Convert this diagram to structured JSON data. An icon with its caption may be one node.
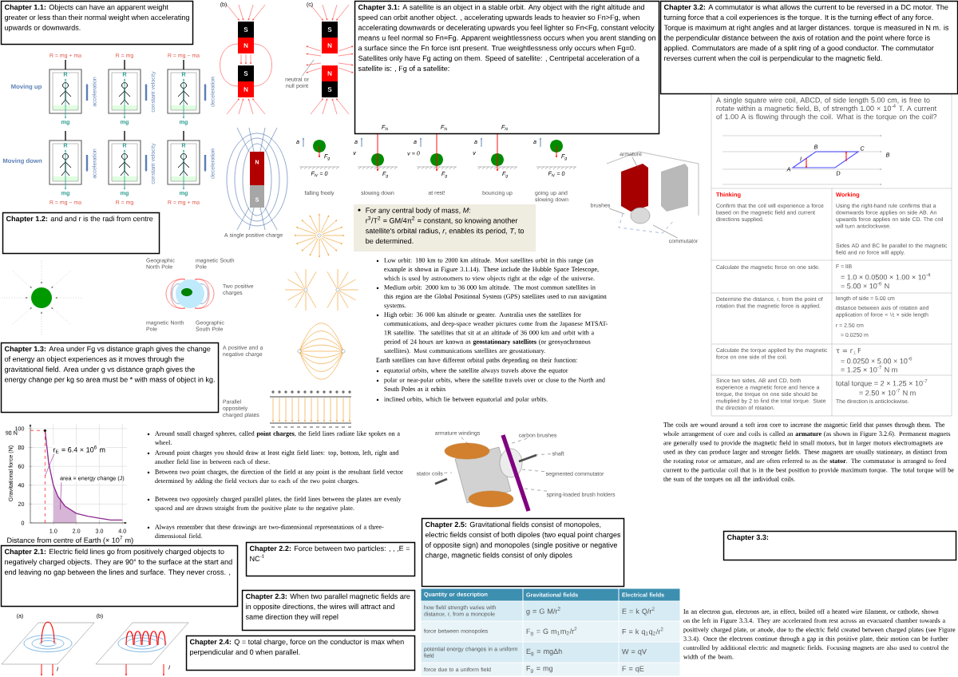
{
  "diagram": {
    "nodes": [
      {
        "text": [
          "**Chapter 1.1:** Objects can have an apparent weight greater or less than their normal weight when accelerating upwards or downwards."
        ]
      },
      {
        "text": [
          "**Chapter 1.2:** and and r is the radi from centre"
        ]
      },
      {
        "text": [
          "**Chapter 1.3:** Area under Fg vs distance graph gives the change of energy an object experiences as it moves through the gravitational field. Area under g vs distance graph gives the energy change per kg so area must be * with mass of object in kg."
        ]
      },
      {
        "text": [
          "**Chapter 2.1:** Electric field lines go from positively charged objects to negatively charged objects. They are 90° to the surface at the start and end leaving no gap between the lines and surface. They never cross. ,"
        ]
      },
      {
        "text": [
          "**Chapter 2.2:** Force between two particles: , , ,E = NC$^{-1}$"
        ]
      },
      {
        "text": [
          "**Chapter 2.3:** When two parallel magnetic fields are in opposite directions, the wires will attract and same direction they will repel"
        ]
      },
      {
        "text": [
          "**Chapter 2.4:** Q = total charge, force on the conductor is max when perpendicular and 0 when parallel."
        ]
      },
      {
        "text": [
          "**Chapter 2.5:** Gravitational fields consist of monopoles, electric fields consist of both dipoles (two equal point charges of opposite sign) and monopoles (single positive or negative charge, magnetic fields consist of only dipoles"
        ]
      },
      {
        "text": [
          "**Chapter 3.1:** A satellite is an object in a stable orbit. Any object with the right altitude and speed can orbit another object. , accelerating upwards leads to heavier so Fn>Fg, when accelerating downwards or decelerating upwards you feel lighter so Fn<Fg, constant velocity means u feel normal so Fn=Fg. Apparent weightlessness occurs when you arent standing on a surface since the Fn force isnt present. True weightlessness only occurs when Fg=0. Satellites only have Fg acting on them. Speed of satellite: , Centripetal acceleration of a satellite is: , Fg of a satellite:"
        ]
      },
      {
        "text": [
          "**Chapter 3.2:** A commutator is what allows the current to be reversed in a DC motor. The turning force that a coil experiences is the torque. It is the turning effect of any force. Torque is maximum at right angles and at larger distances. torque is measured in N m. is the perpendicular distance between the axis of rotation and the point where force is applied. Commutators are made of a split ring of a good conductor. The commutator reverses current when the coil is perpendicular to the magnetic field."
        ]
      },
      {
        "text": [
          "**Chapter 3.3:**"
        ]
      },
      {
        "text": [
          "For any central body of mass, *M*:",
          "r$^{3}$/T$^{2}$ = GM/4π$^{2}$ = constant, so knowing another satellite's orbital radius, *r*, enables its period, *T*, to be determined."
        ]
      },
      {
        "text": [
          "neutral or null point"
        ]
      },
      {
        "text": [
          "armature"
        ]
      },
      {
        "text": [
          "brushes"
        ]
      },
      {
        "text": [
          "commutator"
        ]
      },
      {
        "text": [
          "armature windings"
        ]
      },
      {
        "text": [
          "carbon brushes"
        ]
      },
      {
        "text": [
          "shaft"
        ]
      },
      {
        "text": [
          "stator coils"
        ]
      },
      {
        "text": [
          "segmented commutator"
        ]
      },
      {
        "text": [
          "spring-loaded brush holders"
        ]
      }
    ],
    "edges": [
      {
        "from": 12,
        "to": null,
        "arrow": "none"
      },
      {
        "from": 13,
        "to": null,
        "arrow": "none"
      },
      {
        "from": 14,
        "to": null,
        "arrow": "none"
      },
      {
        "from": 15,
        "to": null,
        "arrow": "none"
      },
      {
        "from": 16,
        "to": null,
        "arrow": "none",
        "style": "dashed"
      },
      {
        "from": 17,
        "to": null,
        "arrow": "none",
        "style": "dashed"
      },
      {
        "from": 18,
        "to": null,
        "arrow": "none",
        "style": "dashed"
      },
      {
        "from": 19,
        "to": null,
        "arrow": "none",
        "style": "dashed"
      },
      {
        "from": 20,
        "to": null,
        "arrow": "none",
        "style": "dashed"
      },
      {
        "from": 21,
        "to": null,
        "arrow": "none",
        "style": "dashed"
      }
    ],
    "labels": [
      "R = mg + ma",
      "R = mg",
      "R = mg − ma",
      "Moving up",
      "R",
      "R",
      "R",
      "acceleration",
      "constant velocity",
      "deceleration",
      "mg",
      "mg",
      "mg",
      "Moving down",
      "R",
      "R",
      "R",
      "acceleration",
      "constant velocity",
      "deceleration",
      "mg",
      "mg",
      "mg",
      "R = mg − ma",
      "R = mg",
      "R = mg + ma",
      "(b)",
      "(c)",
      "S",
      "N",
      "S",
      "N",
      "S",
      "N",
      "N",
      "S",
      "N",
      "S",
      "A single positive charge",
      "a",
      "F$_{g}$",
      "F$_{N}$ = 0",
      "falling freely",
      "a",
      "v",
      "F$_{N}$",
      "F$_{g}$",
      "slowing down",
      "a",
      "v = 0",
      "F$_{N}$",
      "F$_{g}$",
      "at rest!",
      "a",
      "v",
      "F$_{N}$",
      "F$_{g}$",
      "bouncing up",
      "a",
      "F$_{g}$",
      "F$_{N}$ = 0",
      "going up and slowing down",
      "Geographic North Pole",
      "magnetic South Pole",
      "magnetic North Pole",
      "Geographic South Pole",
      "Two positive charges",
      "A positive and a negative charge",
      "Parallel oppositely charged plates",
      "A single square wire coil, ABCD, of side length 5.00 cm, is free to rotate within a magnetic field, B, of strength 1.00 × 10$^{-4}$ T. A current of 1.00 A is flowing through the coil. What is the torque on the coil?",
      "A",
      "B",
      "C",
      "D",
      "I",
      "B",
      "Thinking",
      "Working",
      "Confirm that the coil will experience a force based on the magnetic field and current directions supplied.",
      "Using the right-hand rule confirms that a downwards force applies on side AB. An upwards force applies on side CD. The coil will turn anticlockwise.",
      "Sides AD and BC lie parallel to the magnetic field and no force will apply.",
      "Calculate the magnetic force on one side.",
      "F = lIB",
      "= 1.0 × 0.0500 × 1.00 × 10$^{-4}$",
      "= 5.00 × 10$^{-6}$ N",
      "Determine the distance, r, from the point of rotation that the magnetic force is applied.",
      "length of side = 5.00 cm",
      "distance between axis of rotation and application of force = ½ × side length",
      "r = 2.50 cm",
      "= 0.0250 m",
      "Calculate the torque applied by the magnetic force on one side of the coil.",
      "τ = r$_{⊥}$F",
      "= 0.0250 × 5.00 × 10$^{-6}$",
      "= 1.25 × 10$^{-7}$ N m",
      "Since two sides, AB and CD, both experience a magnetic force and hence a torque, the torque on one side should be multiplied by 2 to find the total torque. State the direction of rotation.",
      "total torque = 2 × 1.25 × 10$^{-7}$",
      "= 2.50 × 10$^{-7}$ N m",
      "The direction is anticlockwise.",
      "Low orbit: 180 km to 2000 km altitude. Most satellites orbit in this range (an example is shown in Figure 3.1.14). These include the Hubble Space Telescope, which is used by astronomers to view objects right at the edge of the universe.",
      "Medium orbit: 2000 km to 36 000 km altitude. The most common satellites in this region are the Global Positional System (GPS) satellites used to run navigation systems.",
      "High orbit: 36 000 km altitude or greater. Australia uses the satellites for communications, and deep-space weather pictures come from the Japanese MTSAT-1R satellite. The satellites that sit at an altitude of 36 000 km and orbit with a period of 24 hours are known as **geostationary satellites** (or geosynchronous satellites). Most communications satellites are geostationary.",
      "Earth satellites can have different orbital paths depending on their function:",
      "equatorial orbits, where the satellite always travels above the equator",
      "polar or near-polar orbits, where the satellite travels over or close to the North and South Poles as it orbits",
      "inclined orbits, which lie between equatorial and polar orbits.",
      "Around small charged spheres, called **point charges**, the field lines radiate like spokes on a wheel.",
      "Around point charges you should draw at least eight field lines: top, bottom, left, right and another field line in between each of these.",
      "Between two point charges, the direction of the field at any point is the resultant field vector determined by adding the field vectors due to each of the two point charges.",
      "Between two oppositely charged parallel plates, the field lines between the plates are evenly spaced and are drawn straight from the positive plate to the negative plate.",
      "Always remember that these drawings are two-dimensional representations of a three-dimensional field.",
      "Quantity or description",
      "Gravitational fields",
      "Electrical fields",
      "how field strength varies with distance, r, from a monopole",
      "g = G M/r$^{2}$",
      "E = k Q/r$^{2}$",
      "force between monopoles",
      "F$_{g}$ = G m$_{1}$m$_{2}$/r$^{2}$",
      "F = k q$_{1}$q$_{2}$/r$^{2}$",
      "potential energy changes in a uniform field",
      "E$_{g}$ = mgΔh",
      "W = qV",
      "force due to a uniform field",
      "F$_{g}$ = mg",
      "F = qE",
      "The coils are wound around a soft iron core to increase the magnetic field that passes through them. The whole arrangement of core and coils is called an **armature** (as shown in Figure 3.2.6). Permanent magnets are generally used to provide the magnetic field in small motors, but in larger motors electromagnets are used as they can produce larger and stronger fields. These magnets are usually stationary, as distinct from the rotating rotor or armature, and are often referred to as the **stator**. The commutator is arranged to feed current to the particular coil that is in the best position to provide maximum torque. The total torque will be the sum of the torques on all the individual coils.",
      "In an electron gun, electrons are, in effect, boiled off a heated wire filament, or cathode, shown on the left in Figure 3.3.4. They are accelerated from rest across an evacuated chamber towards a positively charged plate, or anode, due to the electric field created between charged plates (see Figure 3.3.4). Once the electrons continue through a gap in this positive plate, their motion can be further controlled by additional electric and magnetic fields. Focusing magnets are also used to control the width of the beam.",
      "(a)",
      "(b)",
      "I",
      "I"
    ],
    "chart_data": {
      "type": "line",
      "xlabel": "Distance from centre of Earth (× 10$^{7}$ m)",
      "ylabel": "Gravitational force (N)",
      "x": [
        0.64,
        0.8,
        1.0,
        1.2,
        1.5,
        2.0,
        2.5,
        3.0,
        3.5,
        4.0
      ],
      "series": [
        {
          "color": "#8e2a8e",
          "values": [
            98,
            63,
            40,
            28,
            18,
            10,
            7,
            5,
            3,
            3
          ]
        }
      ],
      "xlim": [
        0,
        4.2
      ],
      "ylim": [
        0,
        105
      ],
      "grid": true,
      "ref_lines": [
        {
          "axis": "x",
          "value": 0.64,
          "color": "#ff0000"
        },
        {
          "axis": "y",
          "value": 98,
          "color": "#ff0000"
        }
      ],
      "xticks": [
        {
          "value": 1,
          "label": "1.0"
        },
        {
          "value": 2,
          "label": "2.0"
        },
        {
          "value": 3,
          "label": "3.0"
        },
        {
          "value": 4,
          "label": "4.0"
        }
      ],
      "yticks": [
        0,
        20,
        40,
        60,
        80,
        100
      ],
      "annotations": [
        "98 N",
        "r$_{E}$ = 6.4 × 10$^{6}$ m",
        "area = energy change (J)"
      ]
    }
  }
}
